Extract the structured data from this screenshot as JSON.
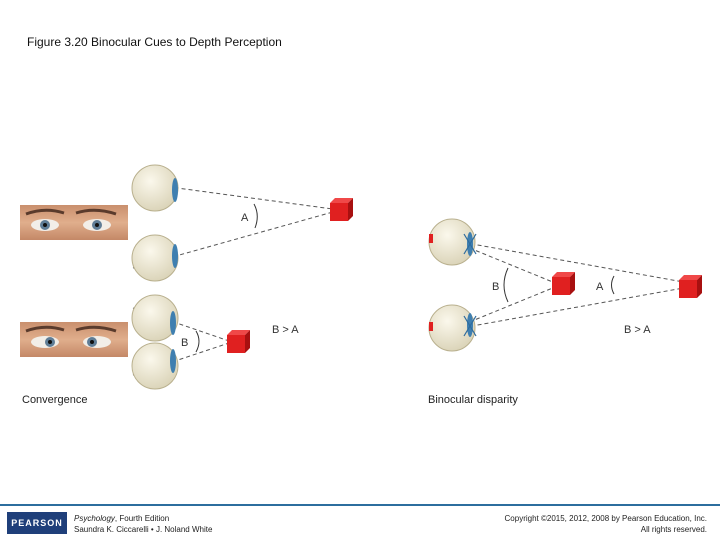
{
  "figure_title": "Figure 3.20 Binocular Cues to Depth Perception",
  "left_panel": {
    "label": "Convergence",
    "angle_a": "A",
    "angle_b": "B",
    "relation": "B > A"
  },
  "right_panel": {
    "label": "Binocular disparity",
    "angle_a": "A",
    "angle_b": "B",
    "relation": "B > A"
  },
  "footer": {
    "logo": "PEARSON",
    "book_title": "Psychology",
    "edition": ", Fourth Edition",
    "authors": "Saundra K. Ciccarelli • J. Noland White",
    "copyright": "Copyright ©2015, 2012, 2008 by Pearson Education, Inc.",
    "rights": "All rights reserved."
  },
  "colors": {
    "cube": "#e02020",
    "iris": "#3f7fb0",
    "eyeball": "#f1ecd6",
    "footer_rule": "#2c6e9e",
    "logo_bg": "#1f3f7a"
  }
}
